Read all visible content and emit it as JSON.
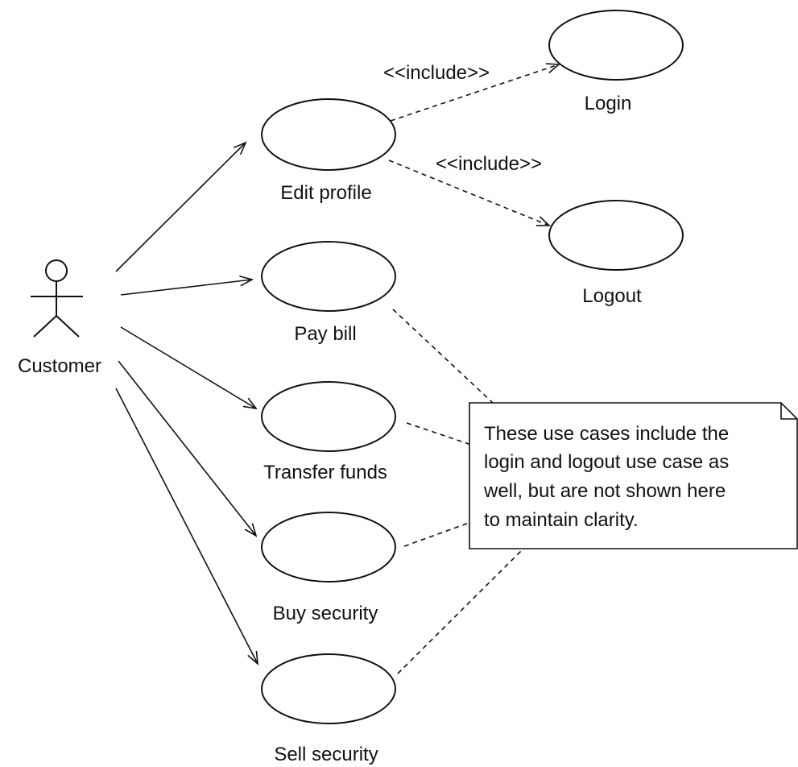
{
  "actor": {
    "label": "Customer"
  },
  "use_cases": {
    "edit_profile": "Edit profile",
    "login": "Login",
    "logout": "Logout",
    "pay_bill": "Pay bill",
    "transfer_funds": "Transfer funds",
    "buy_security": "Buy security",
    "sell_security": "Sell security"
  },
  "relations": {
    "include_login": "<<include>>",
    "include_logout": "<<include>>"
  },
  "note": {
    "lines": [
      "These use cases include the",
      "login and logout use case as",
      "well, but are not shown here",
      "to maintain clarity."
    ]
  }
}
